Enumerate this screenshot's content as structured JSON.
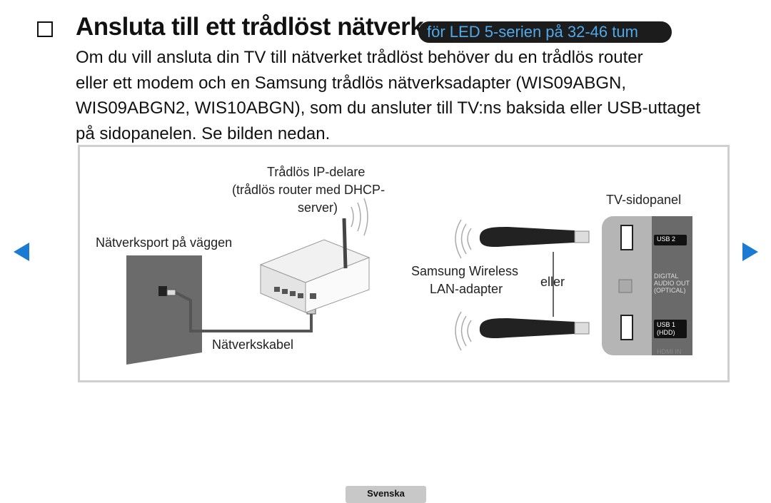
{
  "heading": {
    "title": "Ansluta till ett trådlöst nätverk",
    "badge": "för LED 5-serien på 32-46 tum"
  },
  "paragraph": [
    "Om du vill ansluta din TV till nätverket trådlöst behöver du en trådlös router",
    "eller ett modem och en Samsung trådlös nätverksadapter (WIS09ABGN,",
    "WIS09ABGN2, WIS10ABGN), som du ansluter till TV:ns baksida eller USB-uttaget",
    "på sidopanelen. Se bilden nedan."
  ],
  "figure": {
    "router_label": [
      "Trådlös IP-delare",
      "(trådlös router med DHCP-",
      "server)"
    ],
    "wall_label": "Nätverksport på väggen",
    "cable_label": "Nätverkskabel",
    "adapter_label": [
      "Samsung Wireless",
      "LAN-adapter"
    ],
    "or_label": "eller",
    "panel_label": "TV-sidopanel",
    "usb2_label": "USB 2",
    "digital_label": [
      "DIGITAL",
      "AUDIO OUT",
      "(OPTICAL)"
    ],
    "usb1_label": [
      "USB 1",
      "(HDD)"
    ],
    "hdmi_label": "HDMI IN"
  },
  "footer": {
    "language": "Svenska"
  },
  "colors": {
    "nav_arrow": "#1b7ad2",
    "badge_bg": "#1c1c1c",
    "badge_text": "#4fa8e8"
  }
}
